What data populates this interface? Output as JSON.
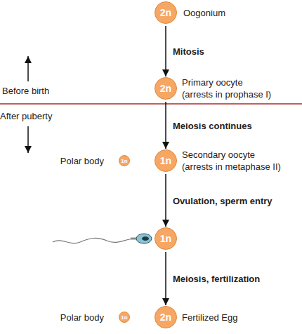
{
  "diagram": {
    "nodes": [
      {
        "text": [
          "2n",
          "Oogonium"
        ]
      },
      {
        "text": [
          "2n",
          "Primary oocyte (arrests in prophase I)"
        ]
      },
      {
        "text": [
          "1n",
          "Polar body"
        ]
      },
      {
        "text": [
          "1n",
          "Secondary oocyte (arrests in metaphase II)"
        ]
      },
      {
        "text": [
          "1n"
        ]
      },
      {
        "text": [
          "1n",
          "Polar body"
        ]
      },
      {
        "text": [
          "2n",
          "Fertilized Egg"
        ]
      }
    ],
    "edges": [
      {
        "from": 0,
        "to": 1,
        "arrow": "to",
        "label": "Mitosis"
      },
      {
        "from": 1,
        "to": 3,
        "arrow": "to",
        "label": "Meiosis continues"
      },
      {
        "from": 3,
        "to": 4,
        "arrow": "to",
        "label": "Ovulation, sperm entry"
      },
      {
        "from": 4,
        "to": 6,
        "arrow": "to",
        "label": "Meiosis, fertilization"
      }
    ],
    "labels": [
      "Before birth",
      "After puberty"
    ]
  }
}
